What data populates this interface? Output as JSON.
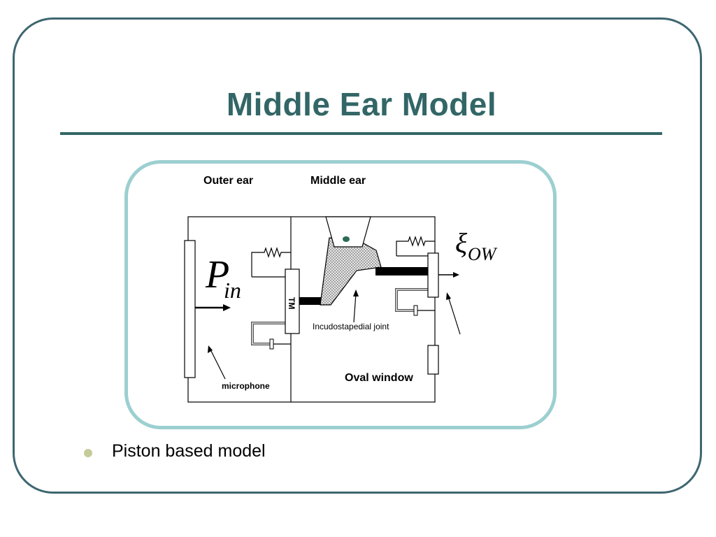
{
  "slide": {
    "title": "Middle Ear Model",
    "bullets": [
      "Piston based model"
    ]
  },
  "diagram": {
    "labels": {
      "outer_ear": "Outer ear",
      "middle_ear": "Middle ear",
      "tm": "TM",
      "incudostapedial_joint": "Incudostapedial joint",
      "oval_window": "Oval window",
      "microphone": "microphone"
    },
    "symbols": {
      "p_in_main": "P",
      "p_in_sub": "in",
      "xi_main": "ξ",
      "xi_sub": "OW"
    }
  },
  "colors": {
    "title": "#336666",
    "frame": "#3e6670",
    "diagram_frame": "#9ccfd0",
    "bullet": "#c6cc99"
  }
}
